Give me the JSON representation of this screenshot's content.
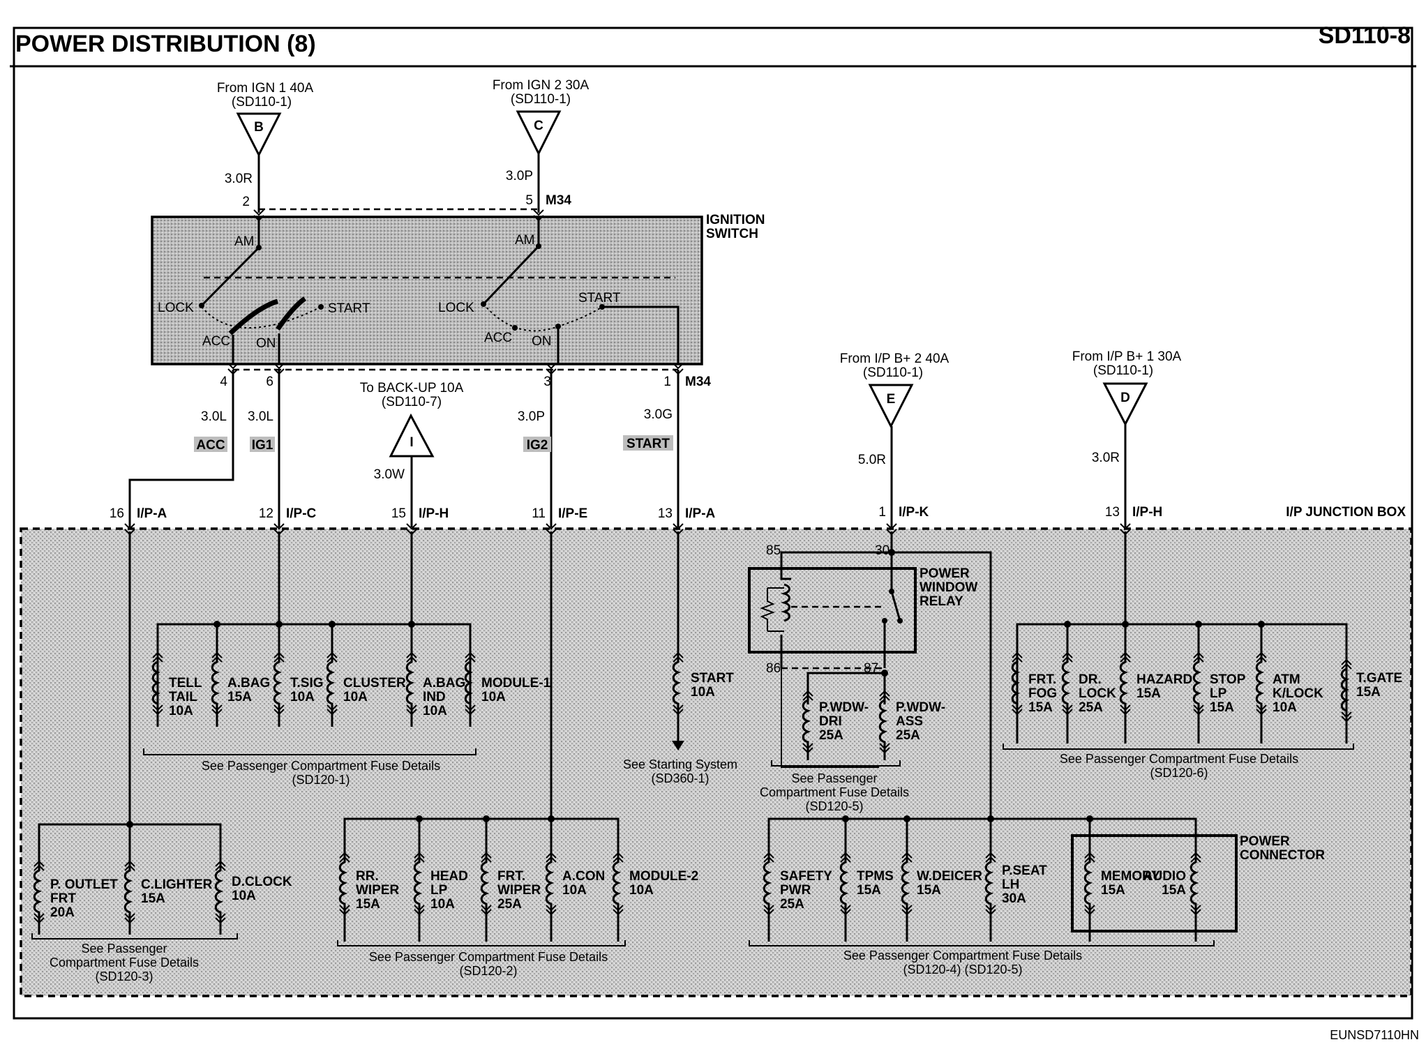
{
  "header": {
    "title": "POWER DISTRIBUTION (8)",
    "page": "SD110-8"
  },
  "footer": {
    "code": "EUNSD7110HN"
  },
  "inputs": [
    {
      "id": "B",
      "from": "From IGN 1 40A",
      "ref": "(SD110-1)",
      "wire": "3.0R",
      "pin": "2",
      "connector": ""
    },
    {
      "id": "C",
      "from": "From IGN 2 30A",
      "ref": "(SD110-1)",
      "wire": "3.0P",
      "pin": "5",
      "connector": "M34"
    },
    {
      "id": "E",
      "from": "From I/P B+ 2 40A",
      "ref": "(SD110-1)",
      "wire": "5.0R",
      "pin": "1",
      "connector": "I/P-K"
    },
    {
      "id": "D",
      "from": "From I/P B+ 1 30A",
      "ref": "(SD110-1)",
      "wire": "3.0R",
      "pin": "13",
      "connector": "I/P-H"
    }
  ],
  "ignition_switch": {
    "title": [
      "IGNITION",
      "SWITCH"
    ],
    "positions": [
      "AM",
      "LOCK",
      "ACC",
      "ON",
      "START",
      "AM",
      "LOCK",
      "ACC",
      "ON",
      "START"
    ]
  },
  "switch_outputs": [
    {
      "pin": "4",
      "wire": "3.0L",
      "tag": "ACC"
    },
    {
      "pin": "6",
      "wire": "3.0L",
      "tag": "IG1"
    },
    {
      "pin": "3",
      "wire": "3.0P",
      "tag": "IG2"
    },
    {
      "pin": "1",
      "wire": "3.0G",
      "tag": "START",
      "connector": "M34"
    }
  ],
  "backup": {
    "id": "I",
    "to": "To BACK-UP 10A",
    "ref": "(SD110-7)",
    "wire": "3.0W"
  },
  "junction": {
    "title": "I/P JUNCTION BOX",
    "pins": [
      {
        "pin": "16",
        "connector": "I/P-A"
      },
      {
        "pin": "12",
        "connector": "I/P-C"
      },
      {
        "pin": "15",
        "connector": "I/P-H"
      },
      {
        "pin": "11",
        "connector": "I/P-E"
      },
      {
        "pin": "13",
        "connector": "I/P-A"
      },
      {
        "pin": "1",
        "connector": "I/P-K"
      },
      {
        "pin": "13",
        "connector": "I/P-H"
      }
    ]
  },
  "fuse_groups": [
    {
      "fuses": [
        [
          "TELL",
          "TAIL",
          "10A"
        ],
        [
          "A.BAG",
          "15A"
        ],
        [
          "T.SIG",
          "10A"
        ],
        [
          "CLUSTER",
          "10A"
        ],
        [
          "A.BAG",
          "IND",
          "10A"
        ],
        [
          "MODULE-1",
          "10A"
        ]
      ],
      "note": [
        "See Passenger Compartment Fuse Details",
        "(SD120-1)"
      ]
    },
    {
      "fuses": [
        [
          "P. OUTLET",
          "FRT",
          "20A"
        ],
        [
          "C.LIGHTER",
          "15A"
        ],
        [
          "D.CLOCK",
          "10A"
        ]
      ],
      "note": [
        "See Passenger",
        "Compartment Fuse Details",
        "(SD120-3)"
      ]
    },
    {
      "fuses": [
        [
          "RR.",
          "WIPER",
          "15A"
        ],
        [
          "HEAD",
          "LP",
          "10A"
        ],
        [
          "FRT.",
          "WIPER",
          "25A"
        ],
        [
          "A.CON",
          "10A"
        ],
        [
          "MODULE-2",
          "10A"
        ]
      ],
      "note": [
        "See Passenger Compartment Fuse Details",
        "(SD120-2)"
      ]
    },
    {
      "fuses": [
        [
          "START",
          "10A"
        ]
      ],
      "note": [
        "See Starting System",
        "(SD360-1)"
      ]
    },
    {
      "fuses": [
        [
          "P.WDW-",
          "DRI",
          "25A"
        ],
        [
          "P.WDW-",
          "ASS",
          "25A"
        ]
      ],
      "note": [
        "See Passenger",
        "Compartment Fuse Details",
        "(SD120-5)"
      ]
    },
    {
      "fuses": [
        [
          "FRT.",
          "FOG",
          "15A"
        ],
        [
          "DR.",
          "LOCK",
          "25A"
        ],
        [
          "HAZARD",
          "15A"
        ],
        [
          "STOP",
          "LP",
          "15A"
        ],
        [
          "ATM",
          "K/LOCK",
          "10A"
        ],
        [
          "T.GATE",
          "15A"
        ]
      ],
      "note": [
        "See Passenger Compartment Fuse Details",
        "(SD120-6)"
      ]
    },
    {
      "fuses": [
        [
          "SAFETY",
          "PWR",
          "25A"
        ],
        [
          "TPMS",
          "15A"
        ],
        [
          "W.DEICER",
          "15A"
        ],
        [
          "P.SEAT",
          "LH",
          "30A"
        ],
        [
          "MEMORY",
          "15A"
        ],
        [
          "AUDIO",
          "15A"
        ]
      ],
      "note": [
        "See Passenger Compartment Fuse Details",
        "(SD120-4) (SD120-5)"
      ]
    }
  ],
  "relay": {
    "title": [
      "POWER",
      "WINDOW",
      "RELAY"
    ],
    "pins": [
      "85",
      "30",
      "86",
      "87"
    ]
  },
  "power_connector": {
    "title": [
      "POWER",
      "CONNECTOR"
    ]
  }
}
